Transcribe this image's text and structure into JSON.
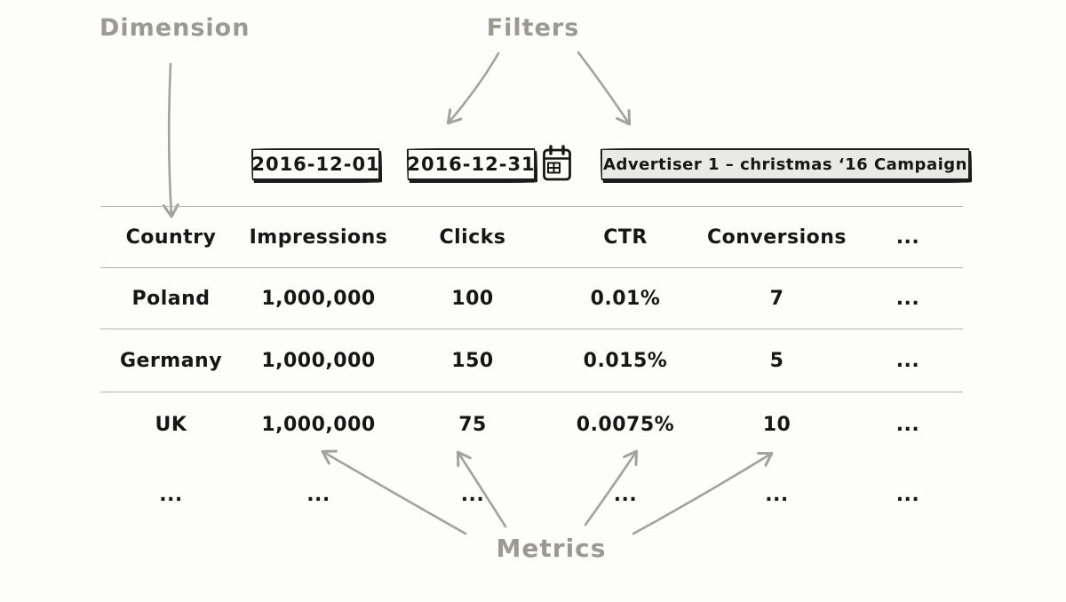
{
  "annotations": {
    "dimension": "Dimension",
    "filters": "Filters",
    "metrics": "Metrics"
  },
  "filters": {
    "date_from": "2016-12-01",
    "date_to": "2016-12-31",
    "campaign": "Advertiser 1 – christmas ‘16 Campaign"
  },
  "icons": {
    "calendar": "calendar-icon"
  },
  "table": {
    "columns": [
      "Country",
      "Impressions",
      "Clicks",
      "CTR",
      "Conversions",
      "..."
    ],
    "rows": [
      [
        "Poland",
        "1,000,000",
        "100",
        "0.01%",
        "7",
        "..."
      ],
      [
        "Germany",
        "1,000,000",
        "150",
        "0.015%",
        "5",
        "..."
      ],
      [
        "UK",
        "1,000,000",
        "75",
        "0.0075%",
        "10",
        "..."
      ],
      [
        "...",
        "...",
        "...",
        "...",
        "...",
        "..."
      ]
    ]
  },
  "colors": {
    "annotation_gray": "#9a9a93",
    "arrow_gray": "#a3a39d",
    "table_line": "#b3b3b3",
    "ink": "#161616",
    "campaign_box_fill": "#e9e9e7",
    "date_box_fill": "#fcfcfb",
    "background": "#fdfdfc"
  }
}
